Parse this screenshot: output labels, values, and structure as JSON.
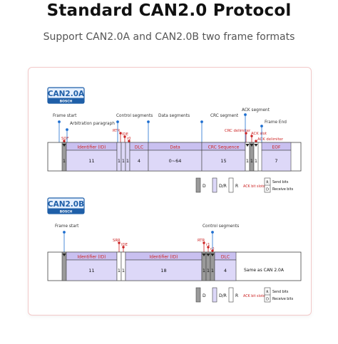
{
  "header": {
    "title": "Standard CAN2.0 Protocol",
    "subtitle": "Support CAN2.0A and CAN2.0B two frame formats"
  },
  "colors": {
    "accent_blue": "#1f5fa8",
    "badge_bg": "#e4efff",
    "field_fill": "#ddd8f8",
    "header_fill": "#c9c0f0",
    "red": "#cc2222",
    "gray_bit": "#9a9a9a"
  },
  "can20a": {
    "badge": "CAN2.0A",
    "badge_sub": "BOSCH",
    "labels": {
      "frame_start": "Frame start",
      "arbitration": "Arbitration paragraph",
      "control": "Control segments",
      "data": "Data segments",
      "crc": "CRC segment",
      "ack": "ACK segment",
      "frame_end": "Frame End",
      "sof": "SOF",
      "rtr": "RTR",
      "ide": "IDE",
      "r0": "r0",
      "crc_delim": "CRC delimiter",
      "ack_slot": "ACK slot",
      "ack_delim": "ACK delimiter"
    },
    "fields": {
      "identifier": "Identifier (ID)",
      "dlc": "DLC",
      "data": "Data",
      "crc_seq": "CRC Sequence",
      "eof": "EOF"
    },
    "bits": {
      "sof": "1",
      "id": "11",
      "rtr": "1",
      "ide": "1",
      "r0": "1",
      "dlc": "4",
      "data": "0~64",
      "crc": "15",
      "crc_delim": "1",
      "ack_slot": "1",
      "ack_delim": "1",
      "eof": "7"
    }
  },
  "can20b": {
    "badge": "CAN2.0B",
    "badge_sub": "BOSCH",
    "labels": {
      "frame_start": "Frame start",
      "control": "Control segments",
      "srr": "SRR",
      "ide": "IDE",
      "rtr": "RTR",
      "r1": "r1",
      "r0": "r0"
    },
    "fields": {
      "identifier_a": "Identifier (ID)",
      "identifier_b": "Identifier (ID)",
      "dlc": "DLC"
    },
    "bits": {
      "id_a": "11",
      "srr": "1",
      "ide": "1",
      "id_b": "18",
      "rtr": "1",
      "r1": "1",
      "r0": "1",
      "dlc": "4"
    },
    "same_as": "Same as CAN 2.0A"
  },
  "legend": {
    "d": "D",
    "dr": "D/R",
    "r": "R",
    "ack_bit_slots": "ACK bit slots",
    "r_box": "R",
    "d_box": "D",
    "send_bits": "Send bits",
    "receive_bits": "Receive bits"
  }
}
